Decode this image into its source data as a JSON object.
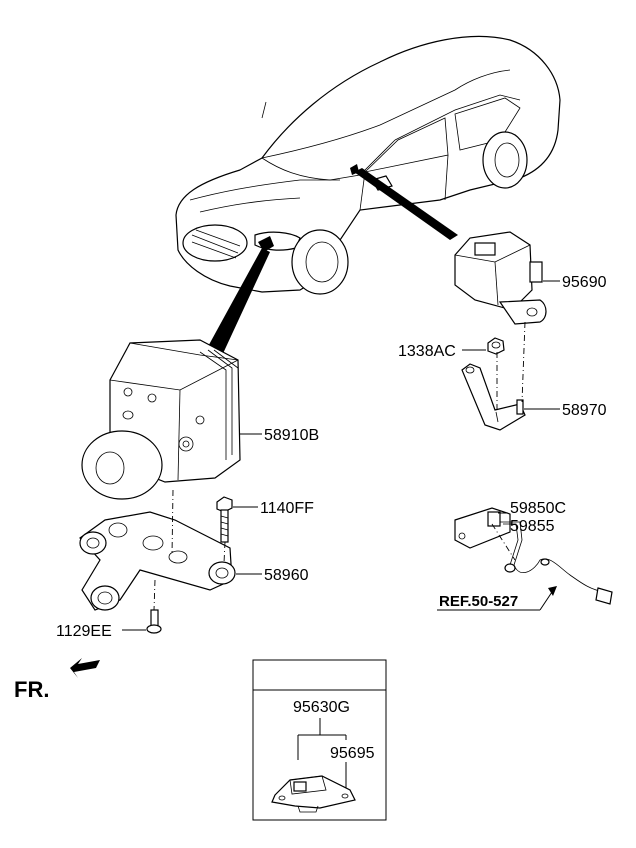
{
  "parts": {
    "p95690": "95690",
    "p1338AC": "1338AC",
    "p58970": "58970",
    "p58910B": "58910B",
    "p1140FF": "1140FF",
    "p58960": "58960",
    "p1129EE": "1129EE",
    "p59850C": "59850C",
    "p59855": "59855",
    "ref": "REF.50-527",
    "fr": "FR.",
    "p95630G": "95630G",
    "p95695": "95695"
  },
  "colors": {
    "ink": "#000000",
    "paper": "#ffffff"
  }
}
